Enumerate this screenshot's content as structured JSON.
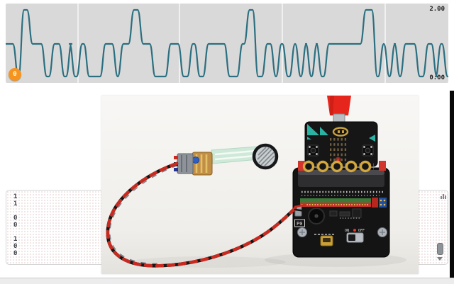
{
  "chart_data": {
    "type": "line",
    "title": "",
    "y_max_label": "2.00",
    "y_min_label": "0.00",
    "y_range": [
      0,
      2
    ],
    "badge_value": "0",
    "badge_color": "#f7941e",
    "line_color": "#2b6f80",
    "gridlines_x": [
      102,
      245,
      390,
      535
    ],
    "levels": [
      0,
      1,
      2
    ],
    "segments": [
      [
        0,
        1
      ],
      [
        14,
        0
      ],
      [
        22,
        2
      ],
      [
        34,
        1
      ],
      [
        54,
        0
      ],
      [
        65,
        1
      ],
      [
        79,
        0
      ],
      [
        89,
        1
      ],
      [
        94,
        0
      ],
      [
        104,
        1
      ],
      [
        114,
        0
      ],
      [
        137,
        1
      ],
      [
        154,
        0
      ],
      [
        162,
        1
      ],
      [
        177,
        2
      ],
      [
        190,
        1
      ],
      [
        207,
        0
      ],
      [
        229,
        1
      ],
      [
        247,
        0
      ],
      [
        260,
        1
      ],
      [
        270,
        0
      ],
      [
        282,
        1
      ],
      [
        312,
        0
      ],
      [
        330,
        1
      ],
      [
        340,
        2
      ],
      [
        352,
        0
      ],
      [
        365,
        1
      ],
      [
        377,
        0
      ],
      [
        385,
        1
      ],
      [
        394,
        0
      ],
      [
        404,
        1
      ],
      [
        412,
        0
      ],
      [
        420,
        1
      ],
      [
        427,
        0
      ],
      [
        435,
        1
      ],
      [
        442,
        0
      ],
      [
        452,
        1
      ],
      [
        504,
        2
      ],
      [
        520,
        0
      ],
      [
        529,
        1
      ],
      [
        537,
        0
      ],
      [
        545,
        1
      ],
      [
        552,
        0
      ],
      [
        560,
        1
      ],
      [
        580,
        0
      ],
      [
        592,
        1
      ],
      [
        604,
        0
      ],
      [
        610,
        1
      ],
      [
        619,
        0
      ]
    ]
  },
  "console": {
    "lines": [
      "1",
      "1",
      "",
      "0",
      "0",
      "",
      "1",
      "0",
      "0"
    ]
  },
  "photo": {
    "description": "micro:bit on an edge-connector breakout board wired to a round force sensitive resistor",
    "switch_on_label": "ON",
    "switch_off_label": "OFF",
    "p0_label": "P0"
  }
}
